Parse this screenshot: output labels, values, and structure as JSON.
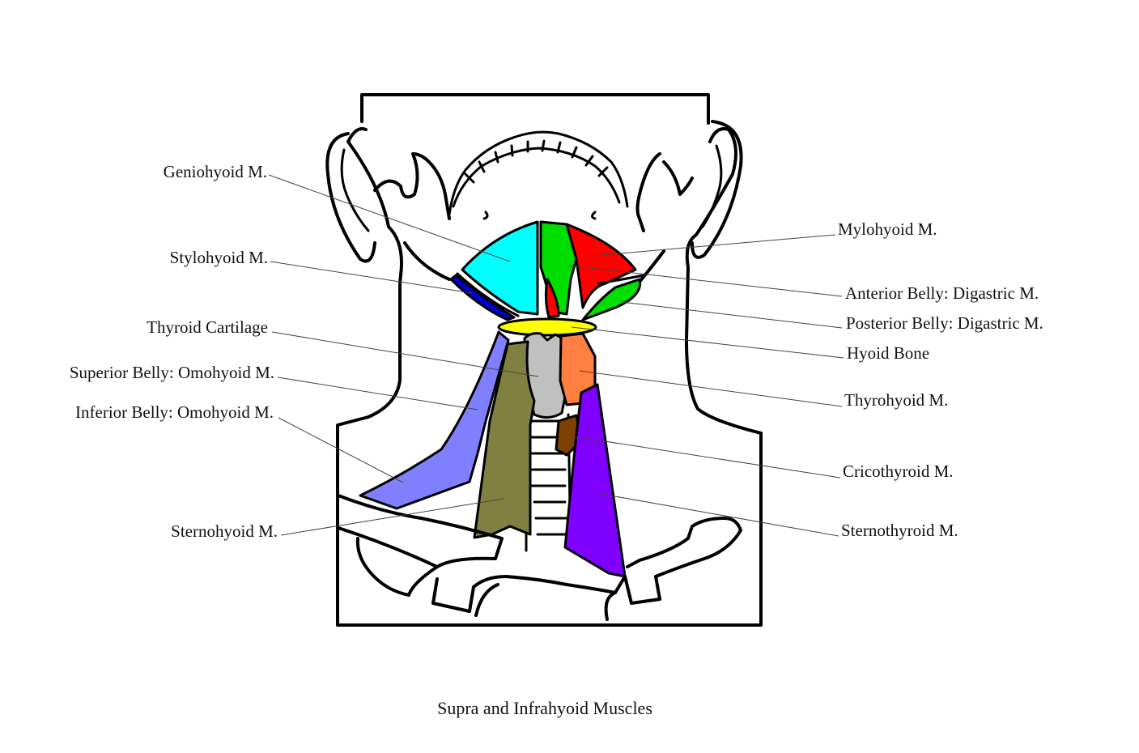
{
  "caption": "Supra and Infrahyoid Muscles",
  "labels": {
    "geniohyoid": "Geniohyoid M.",
    "stylohyoid": "Stylohyoid M.",
    "thyroid_cartilage": "Thyroid Cartilage",
    "superior_omohyoid": "Superior Belly: Omohyoid M.",
    "inferior_omohyoid": "Inferior Belly: Omohyoid M.",
    "sternohyoid": "Sternohyoid M.",
    "mylohyoid": "Mylohyoid M.",
    "anterior_digastric": "Anterior Belly: Digastric M.",
    "posterior_digastric": "Posterior Belly: Digastric M.",
    "hyoid_bone": "Hyoid Bone",
    "thyrohyoid": "Thyrohyoid M.",
    "cricothyroid": "Cricothyroid M.",
    "sternothyroid": "Sternothyroid M."
  },
  "colors": {
    "geniohyoid": "#00ffff",
    "mylohyoid": "#00dd00",
    "anterior_digastric": "#ff0000",
    "posterior_digastric": "#00dd00",
    "stylohyoid": "#0000cc",
    "hyoid_bone": "#ffff00",
    "thyroid_cartilage": "#c0c0c0",
    "omohyoid": "#8080ff",
    "sternohyoid": "#808040",
    "thyrohyoid": "#ff8040",
    "cricothyroid": "#804000",
    "sternothyroid": "#8000ff"
  }
}
